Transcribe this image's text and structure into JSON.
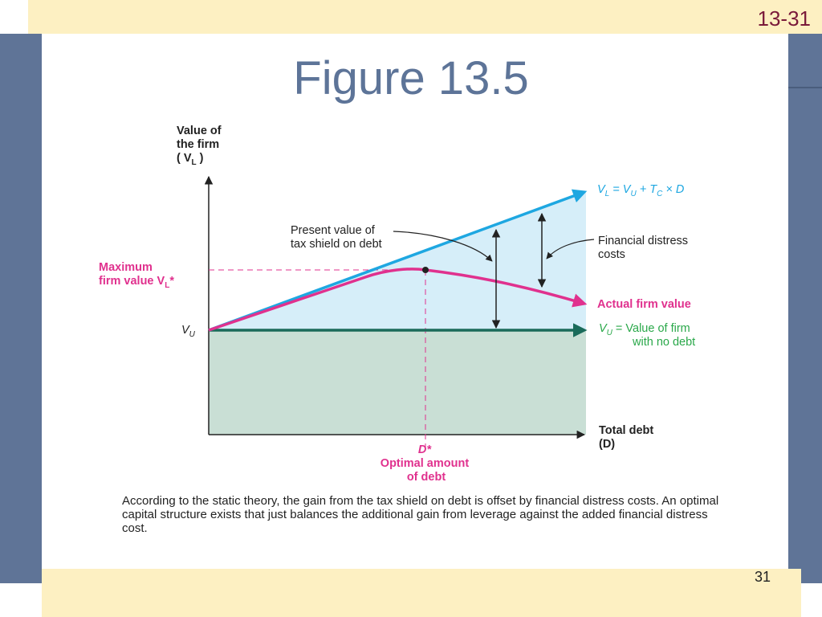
{
  "slide": {
    "ref": "13-31",
    "title": "Figure 13.5",
    "page_number": "31",
    "caption": "According to the static theory, the gain from the tax shield on debt is offset by financial distress costs. An optimal capital structure exists that just balances the additional gain from leverage against the added financial distress cost."
  },
  "figure": {
    "y_axis_label": [
      "Value of",
      "the firm",
      "( V",
      "L",
      " )"
    ],
    "x_axis_label": [
      "Total debt",
      "(D)"
    ],
    "vu_tick": [
      "V",
      "U"
    ],
    "max_value_label": [
      "Maximum",
      "firm value V",
      "L",
      "*"
    ],
    "optimal_label": [
      "D*",
      "Optimal amount",
      "of debt"
    ],
    "pv_tax_shield_label": [
      "Present value of",
      "tax shield on debt"
    ],
    "distress_label": [
      "Financial distress",
      "costs"
    ],
    "vl_line_label": [
      "V",
      "L",
      " = V",
      "U",
      " + T",
      "C",
      " × D"
    ],
    "actual_value_label": "Actual firm value",
    "vu_line_label": [
      "V",
      "U",
      " = Value of firm",
      "with no debt"
    ]
  },
  "colors": {
    "frame_blue": "#5f7497",
    "band_yellow": "#fdf0c2",
    "title": "#5d7498",
    "vl_line": "#1ea7e1",
    "actual_line": "#e0318e",
    "vu_line": "#1a6b5a",
    "vu_label": "#2aa84a",
    "shade_blue": "#d6eef9",
    "shade_green": "#c9dfd5"
  }
}
